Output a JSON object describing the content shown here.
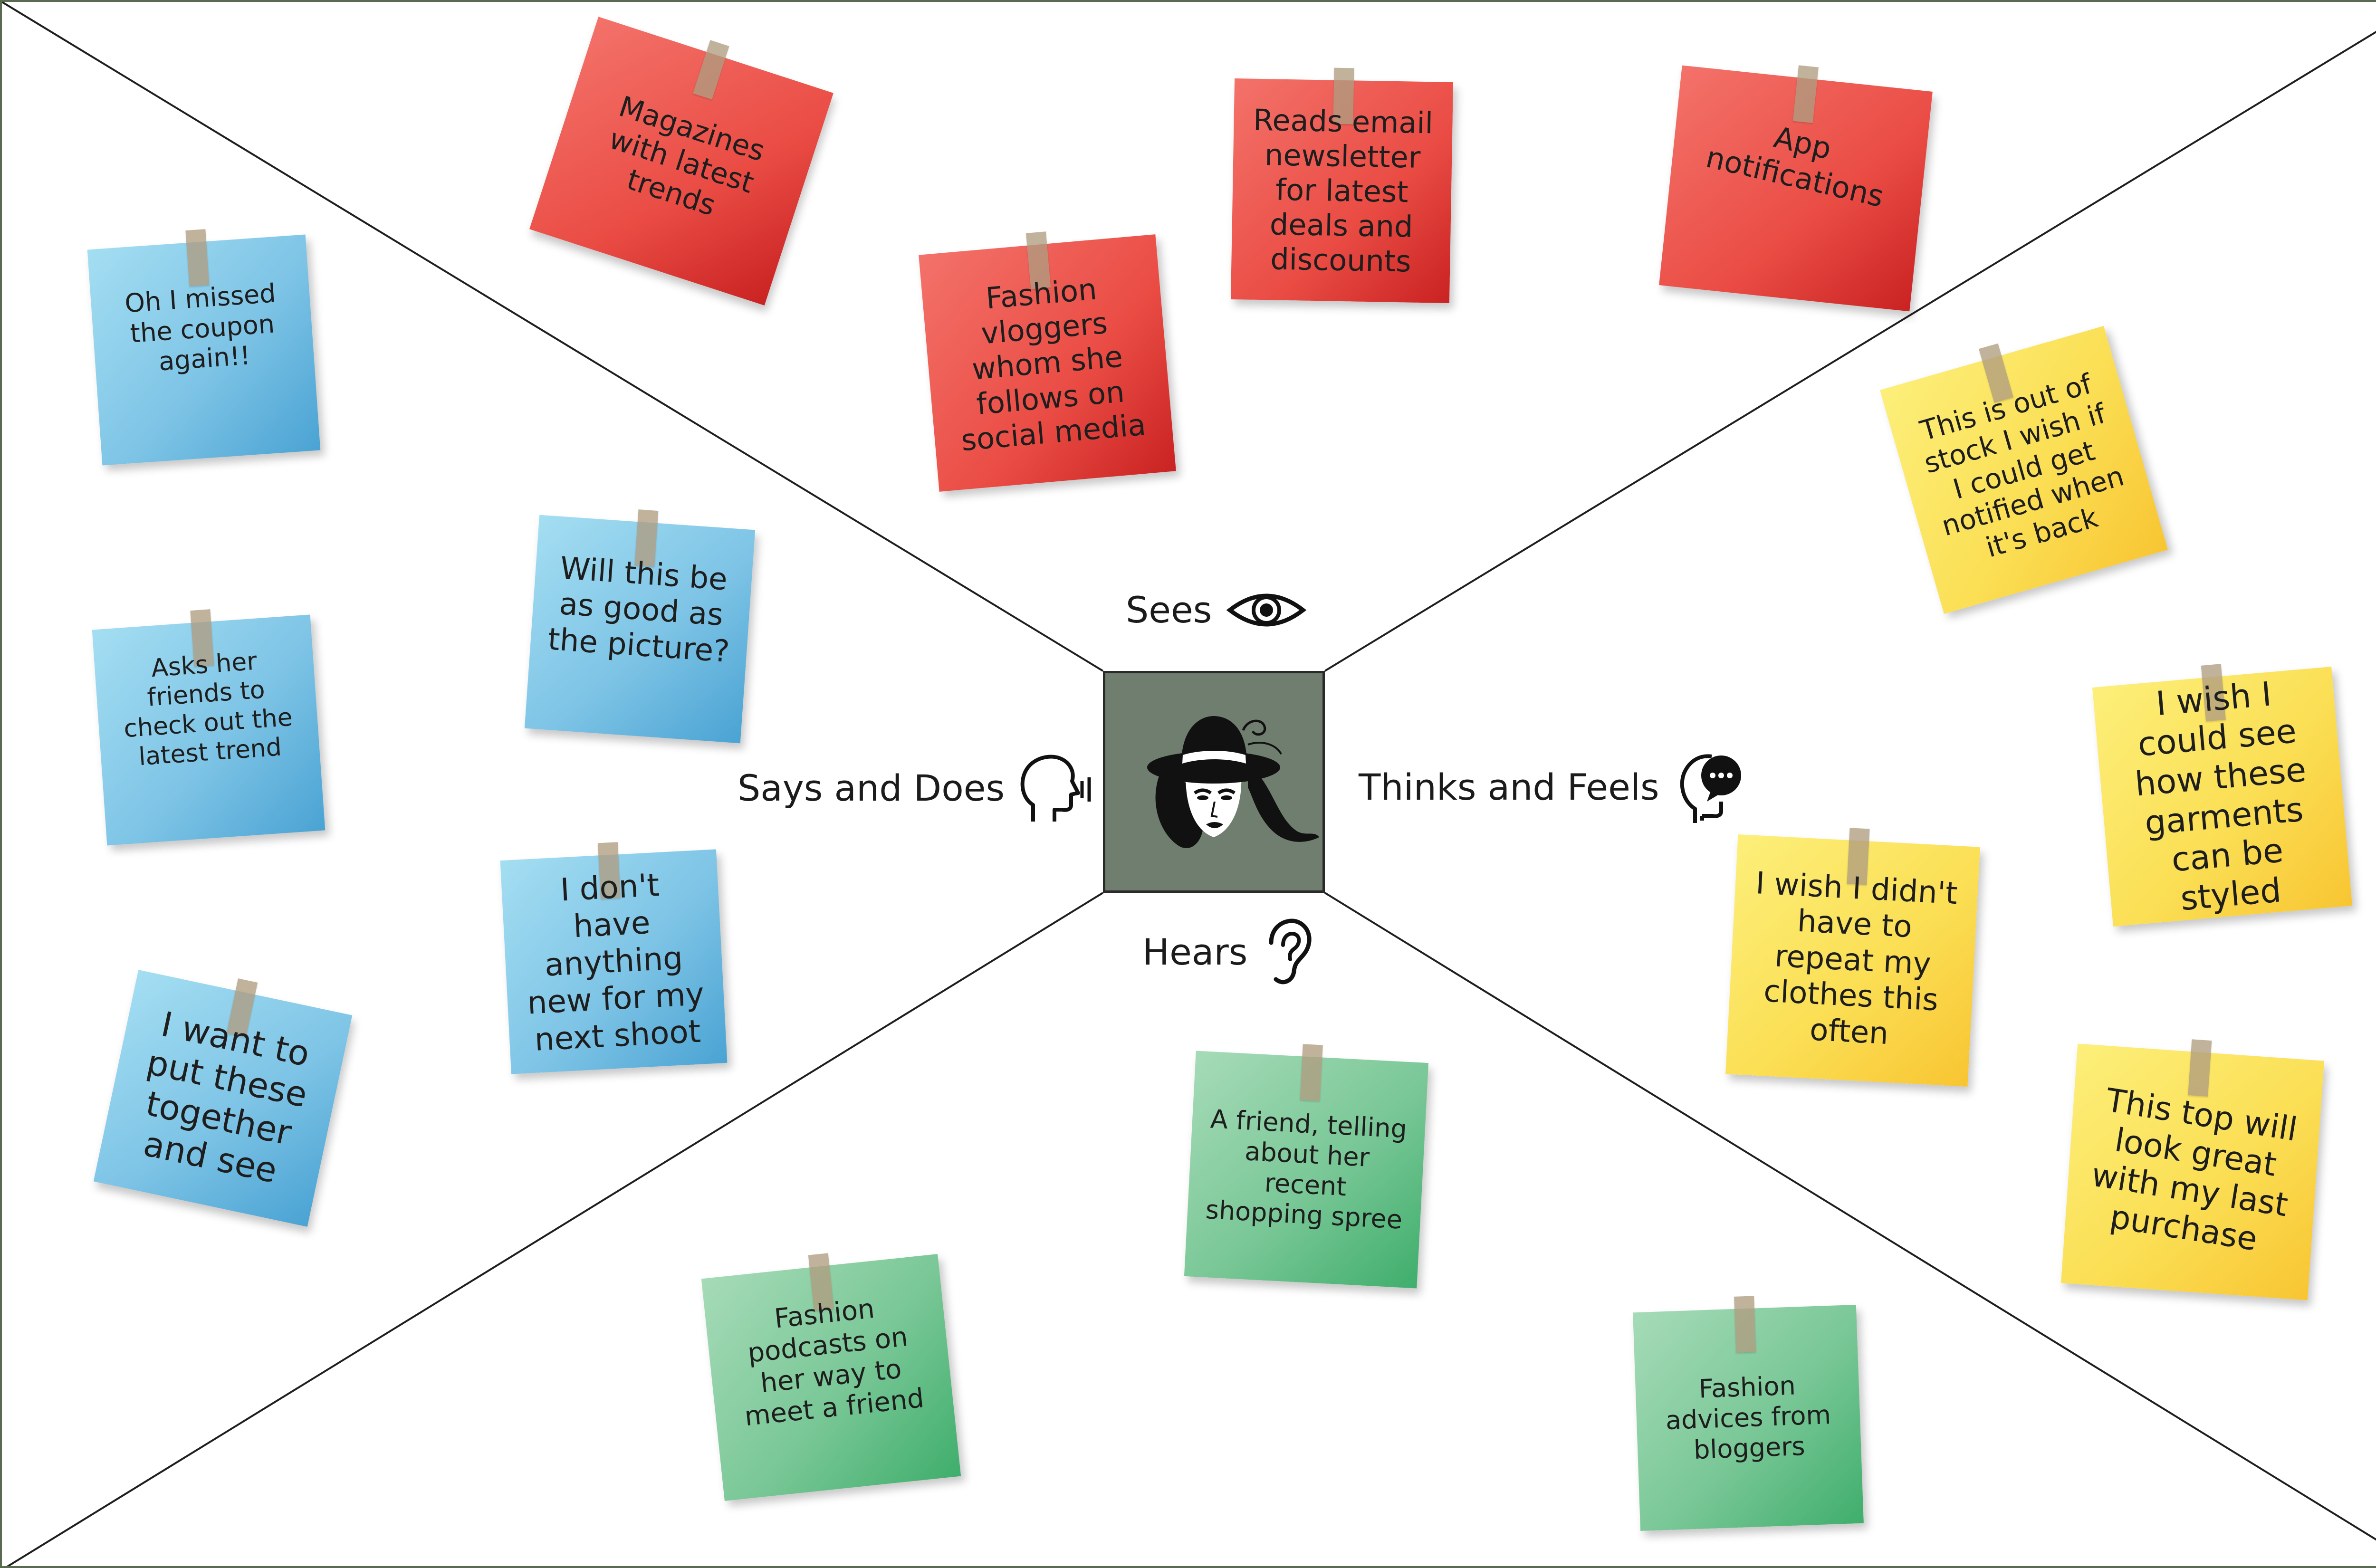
{
  "board": {
    "colors": {
      "background": "#ffffff",
      "frame": "#5a6a50",
      "divider": "#1f1f1f",
      "center_fill": "#707e6f"
    },
    "center_icon": "woman-with-hat-portrait"
  },
  "quadrants": {
    "sees": {
      "label": "Sees",
      "icon": "eye-icon"
    },
    "says": {
      "label": "Says and Does",
      "icon": "speaking-head-icon"
    },
    "thinks": {
      "label": "Thinks and Feels",
      "icon": "thinking-head-icon"
    },
    "hears": {
      "label": "Hears",
      "icon": "ear-icon"
    }
  },
  "notes": {
    "sees": [
      {
        "text": "Magazines with latest trends",
        "color": "red"
      },
      {
        "text": "Fashion vloggers whom she follows on social media",
        "color": "red"
      },
      {
        "text": "Reads email newsletter for latest deals and discounts",
        "color": "red"
      },
      {
        "text": "App notifications",
        "color": "red"
      }
    ],
    "says": [
      {
        "text": "Oh I missed the coupon again!!",
        "color": "blue"
      },
      {
        "text": "Asks her friends to check out the latest trend",
        "color": "blue"
      },
      {
        "text": "I want to put these together and see",
        "color": "blue"
      },
      {
        "text": "Will this be as good as the picture?",
        "color": "blue"
      },
      {
        "text": "I don't have anything new for my next shoot",
        "color": "blue"
      }
    ],
    "thinks": [
      {
        "text": "This is out of stock I wish if I could get notified when it's back",
        "color": "yellow"
      },
      {
        "text": "I wish I could see how these garments can be styled",
        "color": "yellow"
      },
      {
        "text": "I wish I didn't have to repeat my clothes this often",
        "color": "yellow"
      },
      {
        "text": "This top will look great with my last purchase",
        "color": "yellow"
      }
    ],
    "hears": [
      {
        "text": "A friend, telling about her recent shopping spree",
        "color": "green"
      },
      {
        "text": "Fashion podcasts on her way to meet a friend",
        "color": "green"
      },
      {
        "text": "Fashion advices from bloggers",
        "color": "green"
      }
    ]
  }
}
